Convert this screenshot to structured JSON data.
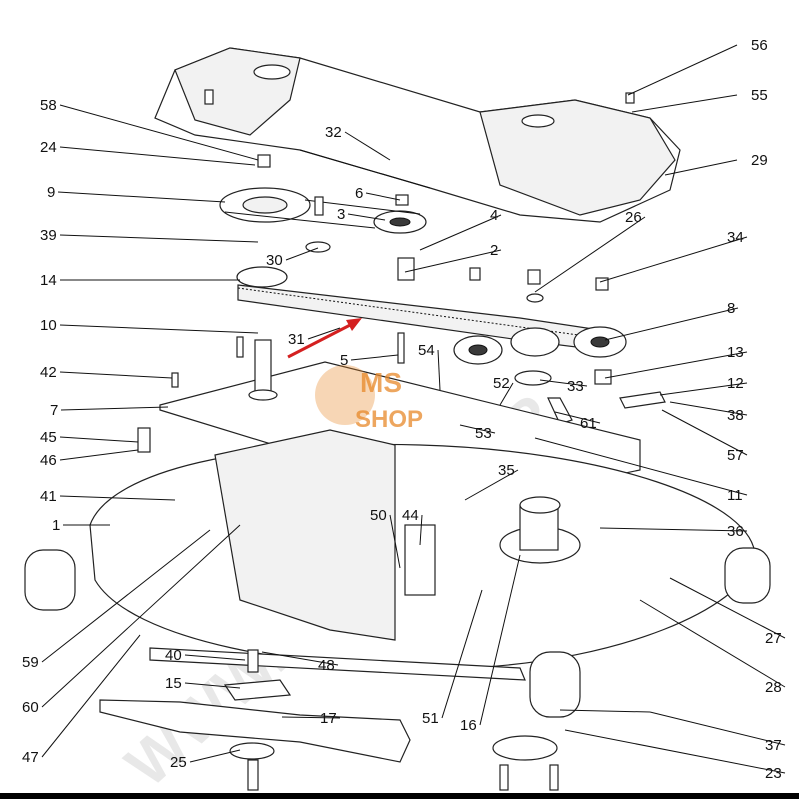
{
  "diagram": {
    "watermark_text": "WWW.MSSHOP.FR",
    "logo": {
      "line1": "MS",
      "line2": "SHOP"
    },
    "colors": {
      "line": "#222222",
      "arrow": "#d42020",
      "logo": "#e8892a",
      "watermark": "#c8c8c8"
    },
    "callouts": [
      "56",
      "55",
      "58",
      "32",
      "29",
      "24",
      "6",
      "9",
      "3",
      "4",
      "26",
      "34",
      "39",
      "30",
      "2",
      "14",
      "8",
      "10",
      "31",
      "13",
      "54",
      "5",
      "42",
      "52",
      "33",
      "12",
      "7",
      "61",
      "38",
      "45",
      "53",
      "46",
      "57",
      "35",
      "11",
      "41",
      "1",
      "50",
      "44",
      "36",
      "59",
      "27",
      "40",
      "48",
      "15",
      "60",
      "28",
      "17",
      "51",
      "16",
      "47",
      "25",
      "37",
      "23"
    ]
  }
}
